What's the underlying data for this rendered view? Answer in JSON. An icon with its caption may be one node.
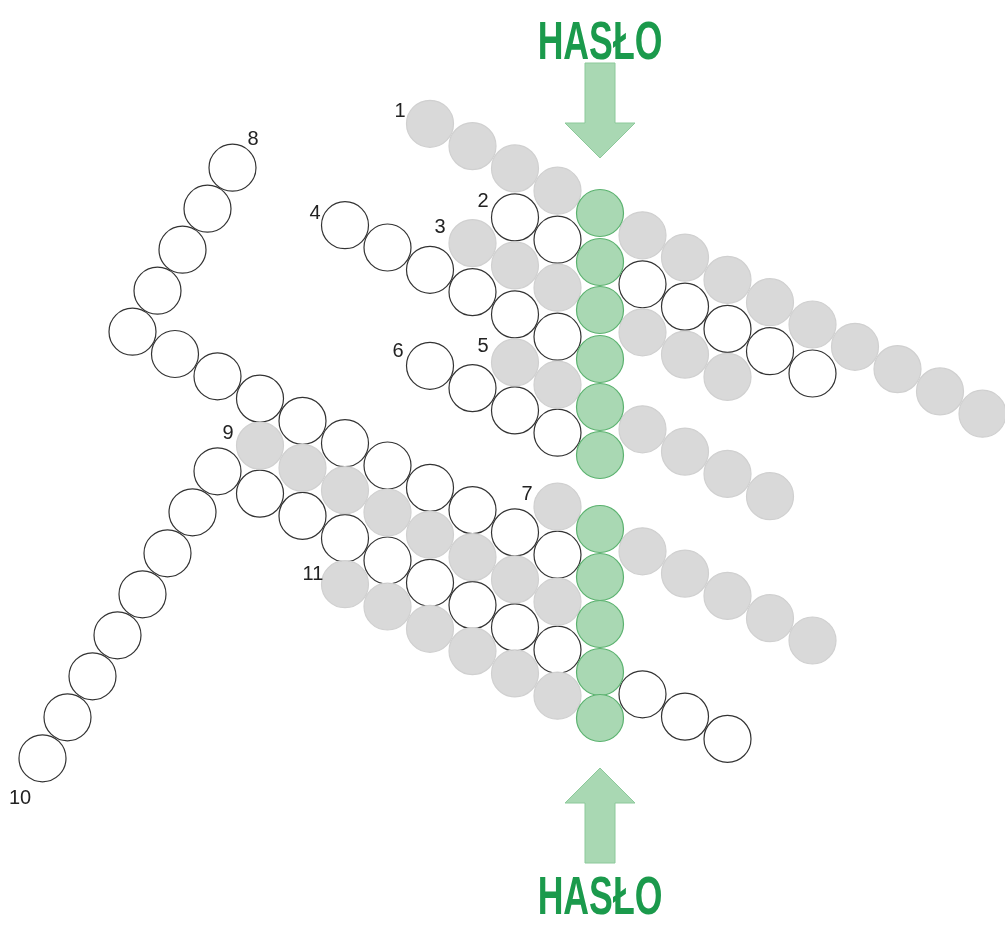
{
  "diagram": {
    "labels": [
      "HASŁO",
      "1",
      "8",
      "2",
      "4",
      "3",
      "6",
      "5",
      "9",
      "7",
      "11",
      "10",
      "HASŁO"
    ]
  }
}
